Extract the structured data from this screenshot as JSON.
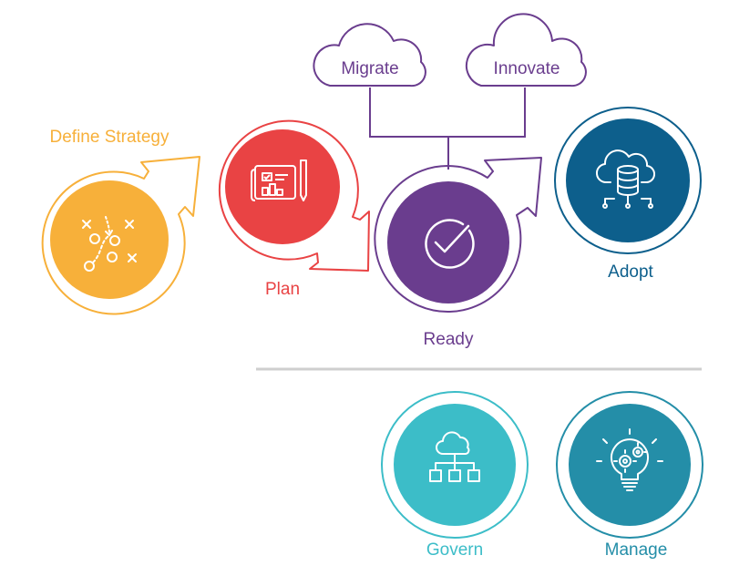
{
  "steps": {
    "define_strategy": {
      "label": "Define Strategy",
      "icon": "strategy-play-icon",
      "color": "#F7B03A"
    },
    "plan": {
      "label": "Plan",
      "icon": "blueprint-icon",
      "color": "#E94344"
    },
    "ready": {
      "label": "Ready",
      "icon": "checkmark-icon",
      "color": "#6A3D8E"
    },
    "adopt": {
      "label": "Adopt",
      "icon": "cloud-server-icon",
      "color": "#0D5F8C"
    },
    "migrate": {
      "label": "Migrate",
      "icon": "cloud-shape",
      "color": "#6A3D8E"
    },
    "innovate": {
      "label": "Innovate",
      "icon": "cloud-shape",
      "color": "#6A3D8E"
    },
    "govern": {
      "label": "Govern",
      "icon": "cloud-hierarchy-icon",
      "color": "#3CBDC8"
    },
    "manage": {
      "label": "Manage",
      "icon": "lightbulb-gears-icon",
      "color": "#248EA8"
    }
  },
  "divider_color": "#CFCFCF"
}
